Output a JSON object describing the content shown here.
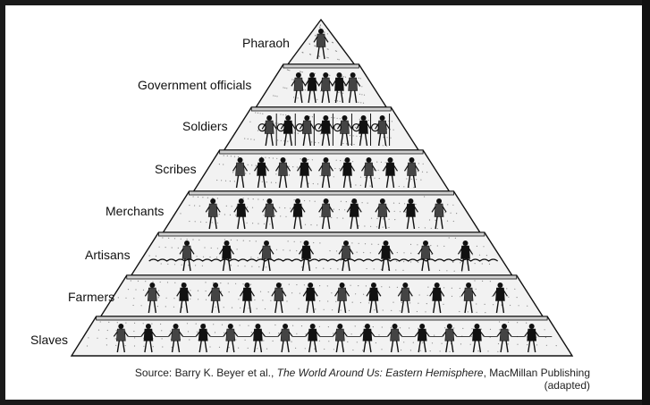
{
  "levels": [
    {
      "label": "Pharaoh"
    },
    {
      "label": "Government officials"
    },
    {
      "label": "Soldiers"
    },
    {
      "label": "Scribes"
    },
    {
      "label": "Merchants"
    },
    {
      "label": "Artisans"
    },
    {
      "label": "Farmers"
    },
    {
      "label": "Slaves"
    }
  ],
  "source": {
    "prefix": "Source: Barry K. Beyer et al., ",
    "title": "The World Around Us: Eastern Hemisphere",
    "suffix": ", MacMillan Publishing",
    "note": "(adapted)"
  },
  "colors": {
    "ink": "#111111",
    "stone": "#f2f2f2",
    "shade": "#cfcfcf",
    "frame": "#1a1a1a"
  },
  "icons": [
    "pharaoh-figure-icon",
    "official-figure-icon",
    "soldier-figure-icon",
    "scribe-figure-icon",
    "merchant-figure-icon",
    "artisan-figure-icon",
    "farmer-figure-icon",
    "slave-figure-icon"
  ]
}
